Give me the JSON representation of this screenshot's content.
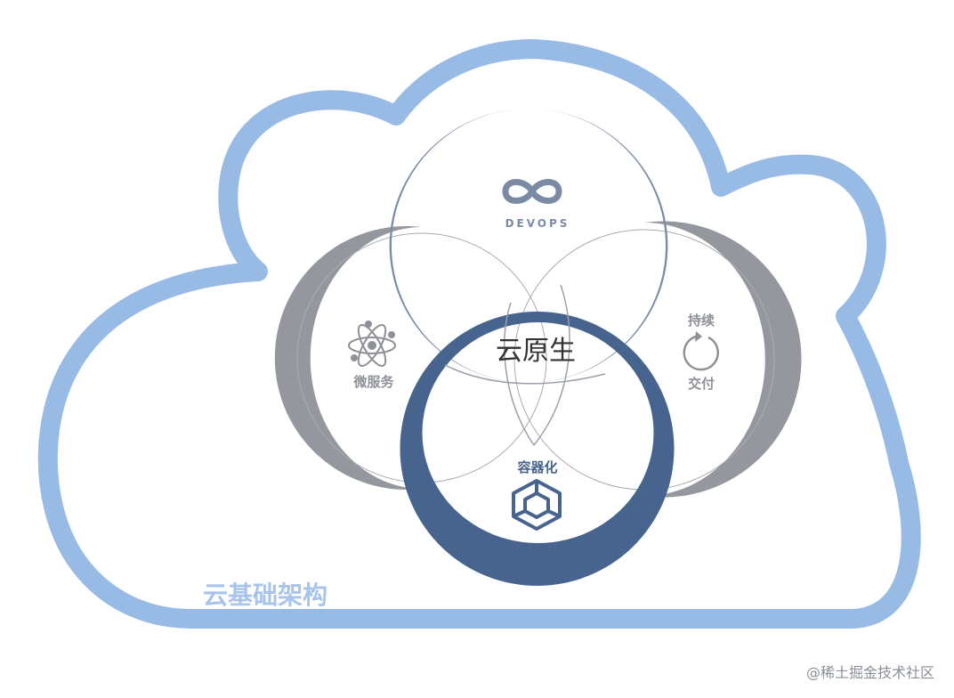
{
  "diagram": {
    "base_label": "云基础架构",
    "center_label": "云原生",
    "devops": {
      "label": "DEVOPS",
      "icon": "infinity-icon"
    },
    "microservices": {
      "label": "微服务",
      "icon": "atom-icon"
    },
    "delivery": {
      "label_top": "持续",
      "label_bottom": "交付",
      "icon": "cycle-arrow-icon"
    },
    "containers": {
      "label": "容器化",
      "icon": "cube-icon"
    }
  },
  "watermark": "@稀土掘金技术社区",
  "colors": {
    "cloud": "#98bbe6",
    "devops_ring": "#7c8ba5",
    "side_rings": "#94979d",
    "container_ring": "#46648d",
    "center_text": "#333333",
    "base_text": "#a8c4ea"
  }
}
